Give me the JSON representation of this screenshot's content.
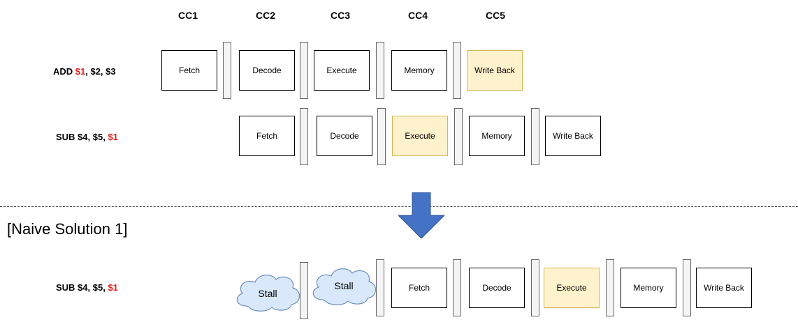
{
  "clock_cycles": [
    "CC1",
    "CC2",
    "CC3",
    "CC4",
    "CC5"
  ],
  "row1": {
    "op": "ADD ",
    "dest": "$1",
    "rest": ", $2, $3",
    "stages": [
      "Fetch",
      "Decode",
      "Execute",
      "Memory",
      "Write Back"
    ]
  },
  "row2": {
    "op": "SUB $4, $5, ",
    "dest": "$1",
    "stages": [
      "Fetch",
      "Decode",
      "Execute",
      "Memory",
      "Write Back"
    ]
  },
  "section_label": "[Naive Solution 1]",
  "row3": {
    "op": "SUB $4, $5, ",
    "dest": "$1",
    "stalls": [
      "Stall",
      "Stall"
    ],
    "stages": [
      "Fetch",
      "Decode",
      "Execute",
      "Memory",
      "Write Back"
    ]
  },
  "colors": {
    "highlight_fill": "#fff2cc",
    "highlight_border": "#d6b656",
    "register_fill": "#f5f5f5",
    "arrow_fill": "#4472c4",
    "stall_fill": "#dae8fc",
    "stall_border": "#6c8ebf",
    "dependency_red": "#e02020"
  }
}
